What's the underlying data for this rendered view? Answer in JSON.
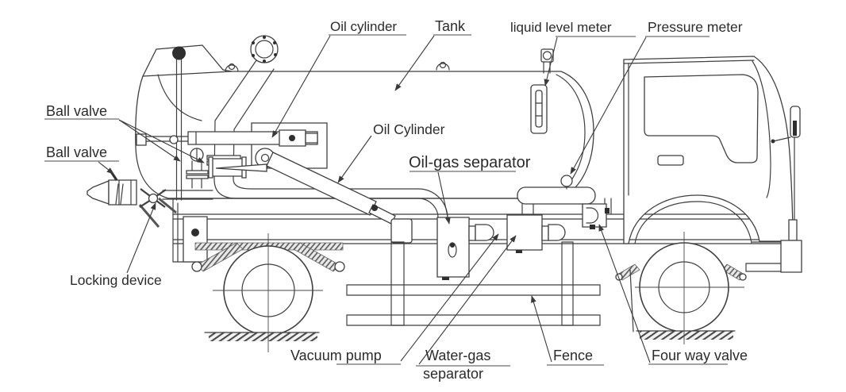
{
  "colors": {
    "background": "#ffffff",
    "line": "#3f3f3f",
    "text": "#2b2b2b"
  },
  "labels": {
    "oil_cylinder_top": "Oil cylinder",
    "tank": "Tank",
    "liquid_level_meter": "liquid level meter",
    "pressure_meter": "Pressure meter",
    "ball_valve_upper": "Ball valve",
    "ball_valve_lower": "Ball valve",
    "oil_cylinder_diagonal": "Oil Cylinder",
    "oil_gas_separator": "Oil-gas separator",
    "locking_device": "Locking device",
    "vacuum_pump": "Vacuum pump",
    "water_gas_separator_line1": "Water-gas",
    "water_gas_separator_line2": "separator",
    "fence": "Fence",
    "four_way_valve": "Four way valve"
  }
}
